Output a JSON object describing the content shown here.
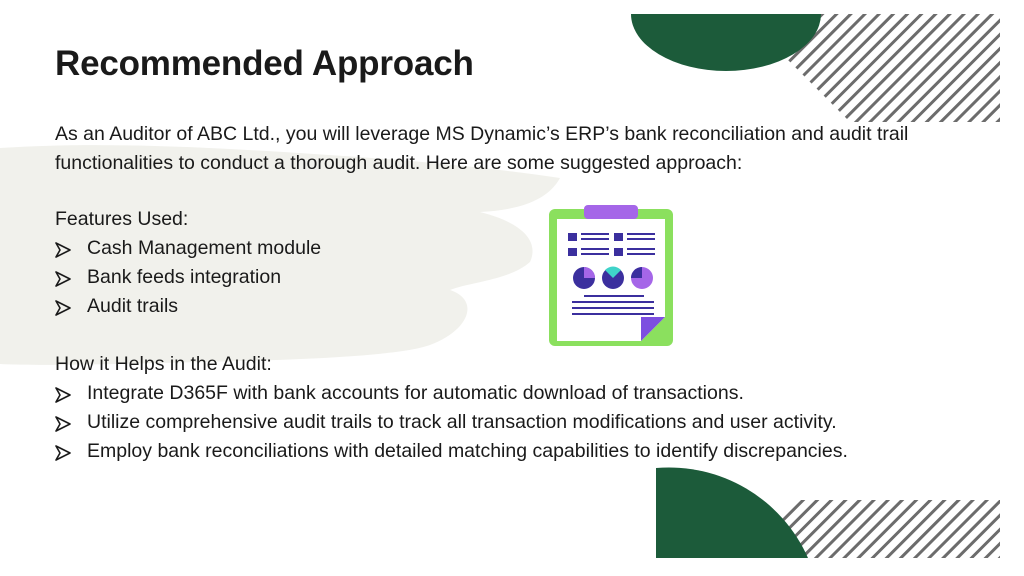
{
  "slide": {
    "title": "Recommended Approach",
    "intro_line1": "As an Auditor of ABC Ltd., you will leverage MS Dynamic’s ERP’s bank reconciliation and audit trail",
    "intro_line2": "functionalities to conduct a thorough audit. Here are some suggested approach:",
    "features": {
      "heading": "Features Used:",
      "items": [
        "Cash Management module",
        "Bank feeds integration",
        "Audit trails"
      ]
    },
    "helps": {
      "heading": "How it Helps in the Audit:",
      "items": [
        "Integrate D365F with bank accounts for automatic download of transactions.",
        "Utilize comprehensive audit trails to track all transaction modifications and user activity.",
        "Employ bank reconciliations with detailed matching capabilities to identify discrepancies."
      ]
    }
  },
  "icons": {
    "bullet": "arrowhead-bullet-icon",
    "illustration": "clipboard-report-icon"
  },
  "colors": {
    "dark_green": "#1c5b3a",
    "light_green": "#8be05e",
    "purple": "#a566e8",
    "navy": "#3b2f9e",
    "brush_gray": "#f1f1ec",
    "teal": "#3fd3c9"
  }
}
